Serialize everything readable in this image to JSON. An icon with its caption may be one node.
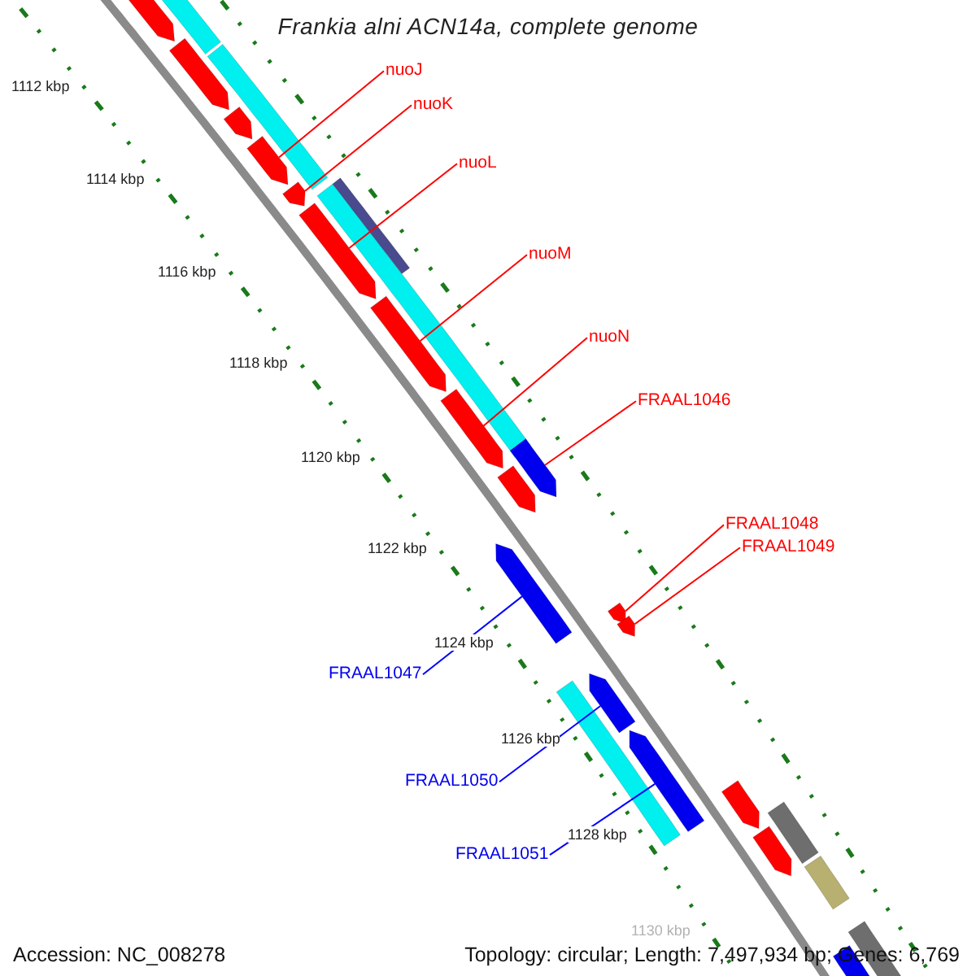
{
  "diagram": {
    "title": "Frankia alni ACN14a, complete genome",
    "nodes": [
      {
        "text": [
          "nuoJ"
        ]
      },
      {
        "text": [
          "nuoK"
        ]
      },
      {
        "text": [
          "nuoL"
        ]
      },
      {
        "text": [
          "nuoM"
        ]
      },
      {
        "text": [
          "nuoN"
        ]
      },
      {
        "text": [
          "FRAAL1046"
        ]
      },
      {
        "text": [
          "FRAAL1048"
        ]
      },
      {
        "text": [
          "FRAAL1049"
        ]
      },
      {
        "text": [
          "FRAAL1047"
        ]
      },
      {
        "text": [
          "FRAAL1050"
        ]
      },
      {
        "text": [
          "FRAAL1051"
        ]
      },
      {
        "text": [],
        "shape": "bar"
      },
      {
        "text": [],
        "shape": "pentagon"
      },
      {
        "text": [],
        "shape": "pentagon"
      },
      {
        "text": [],
        "shape": "pentagon"
      },
      {
        "text": [],
        "shape": "pentagon"
      },
      {
        "text": [],
        "shape": "pentagon"
      },
      {
        "text": [],
        "shape": "bar"
      },
      {
        "text": [],
        "shape": "bar"
      },
      {
        "text": [],
        "shape": "pentagon"
      },
      {
        "text": [],
        "shape": "pentagon"
      },
      {
        "text": [],
        "shape": "pentagon"
      },
      {
        "text": [],
        "shape": "pentagon"
      },
      {
        "text": [],
        "shape": "pentagon"
      },
      {
        "text": [],
        "shape": "pentagon"
      },
      {
        "text": [],
        "shape": "pentagon"
      },
      {
        "text": [],
        "shape": "pentagon"
      },
      {
        "text": [],
        "shape": "bar"
      },
      {
        "text": [],
        "shape": "pentagon"
      },
      {
        "text": [],
        "shape": "pentagon"
      },
      {
        "text": [],
        "shape": "pentagon"
      },
      {
        "text": [],
        "shape": "bar"
      },
      {
        "text": [],
        "shape": "pentagon"
      },
      {
        "text": [],
        "shape": "bar"
      },
      {
        "text": [],
        "shape": "bar"
      },
      {
        "text": [],
        "shape": "bar"
      },
      {
        "text": [],
        "shape": "bar"
      }
    ],
    "edges": [
      {
        "from": 0,
        "to": 15,
        "arrow": "none"
      },
      {
        "from": 1,
        "to": 16,
        "arrow": "none"
      },
      {
        "from": 2,
        "to": 19,
        "arrow": "none"
      },
      {
        "from": 3,
        "to": 20,
        "arrow": "none"
      },
      {
        "from": 4,
        "to": 21,
        "arrow": "none"
      },
      {
        "from": 5,
        "to": 22,
        "arrow": "none"
      },
      {
        "from": 6,
        "to": 25,
        "arrow": "none"
      },
      {
        "from": 7,
        "to": 26,
        "arrow": "none"
      },
      {
        "from": 8,
        "to": 24,
        "arrow": "none",
        "color": "#0000ff"
      },
      {
        "from": 9,
        "to": 28,
        "arrow": "none",
        "color": "#0000ff"
      },
      {
        "from": 10,
        "to": 29,
        "arrow": "none",
        "color": "#0000ff"
      }
    ],
    "labels": [
      "1112 kbp",
      "1114 kbp",
      "1116 kbp",
      "1118 kbp",
      "1120 kbp",
      "1122 kbp",
      "1124 kbp",
      "1126 kbp",
      "1128 kbp",
      "1130 kbp",
      "Accession: NC_008278",
      "Topology: circular; Length: 7,497,934 bp; Genes: 6,769"
    ]
  }
}
